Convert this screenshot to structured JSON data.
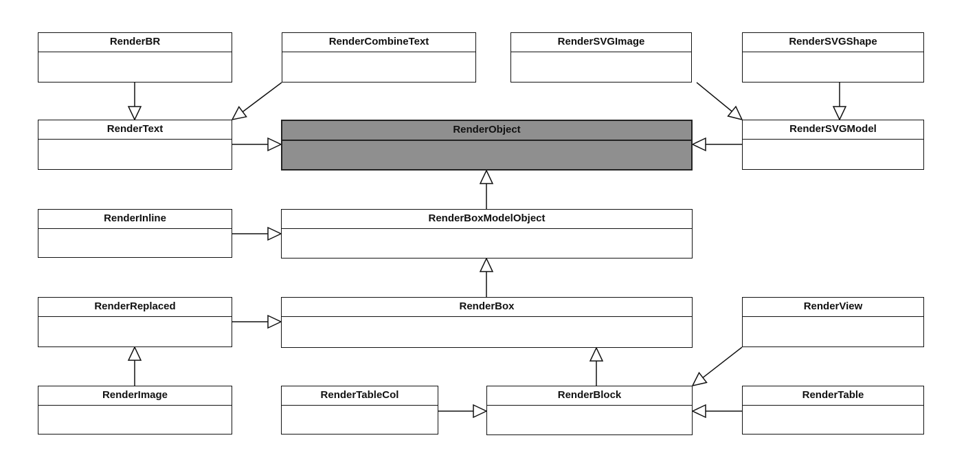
{
  "classes": {
    "renderbr": "RenderBR",
    "rendercombinetext": "RenderCombineText",
    "rendersvgimage": "RenderSVGImage",
    "rendersvgshape": "RenderSVGShape",
    "rendertext": "RenderText",
    "renderobject": "RenderObject",
    "rendersvgmodel": "RenderSVGModel",
    "renderinline": "RenderInline",
    "renderboxmodelobject": "RenderBoxModelObject",
    "renderreplaced": "RenderReplaced",
    "renderbox": "RenderBox",
    "renderview": "RenderView",
    "renderimage": "RenderImage",
    "rendertablecol": "RenderTableCol",
    "renderblock": "RenderBlock",
    "rendertable": "RenderTable"
  },
  "colors": {
    "line": "#111111",
    "highlight_fill": "#8f8f8f"
  },
  "relations": [
    {
      "from": "RenderBR",
      "to": "RenderText",
      "type": "inherits"
    },
    {
      "from": "RenderCombineText",
      "to": "RenderText",
      "type": "inherits"
    },
    {
      "from": "RenderSVGImage",
      "to": "RenderSVGModel",
      "type": "inherits"
    },
    {
      "from": "RenderSVGShape",
      "to": "RenderSVGModel",
      "type": "inherits"
    },
    {
      "from": "RenderText",
      "to": "RenderObject",
      "type": "inherits"
    },
    {
      "from": "RenderSVGModel",
      "to": "RenderObject",
      "type": "inherits"
    },
    {
      "from": "RenderBoxModelObject",
      "to": "RenderObject",
      "type": "inherits"
    },
    {
      "from": "RenderInline",
      "to": "RenderBoxModelObject",
      "type": "inherits"
    },
    {
      "from": "RenderBox",
      "to": "RenderBoxModelObject",
      "type": "inherits"
    },
    {
      "from": "RenderReplaced",
      "to": "RenderBox",
      "type": "inherits"
    },
    {
      "from": "RenderBlock",
      "to": "RenderBox",
      "type": "inherits"
    },
    {
      "from": "RenderImage",
      "to": "RenderReplaced",
      "type": "inherits"
    },
    {
      "from": "RenderTableCol",
      "to": "RenderBlock",
      "type": "inherits"
    },
    {
      "from": "RenderView",
      "to": "RenderBlock",
      "type": "inherits"
    },
    {
      "from": "RenderTable",
      "to": "RenderBlock",
      "type": "inherits"
    }
  ]
}
